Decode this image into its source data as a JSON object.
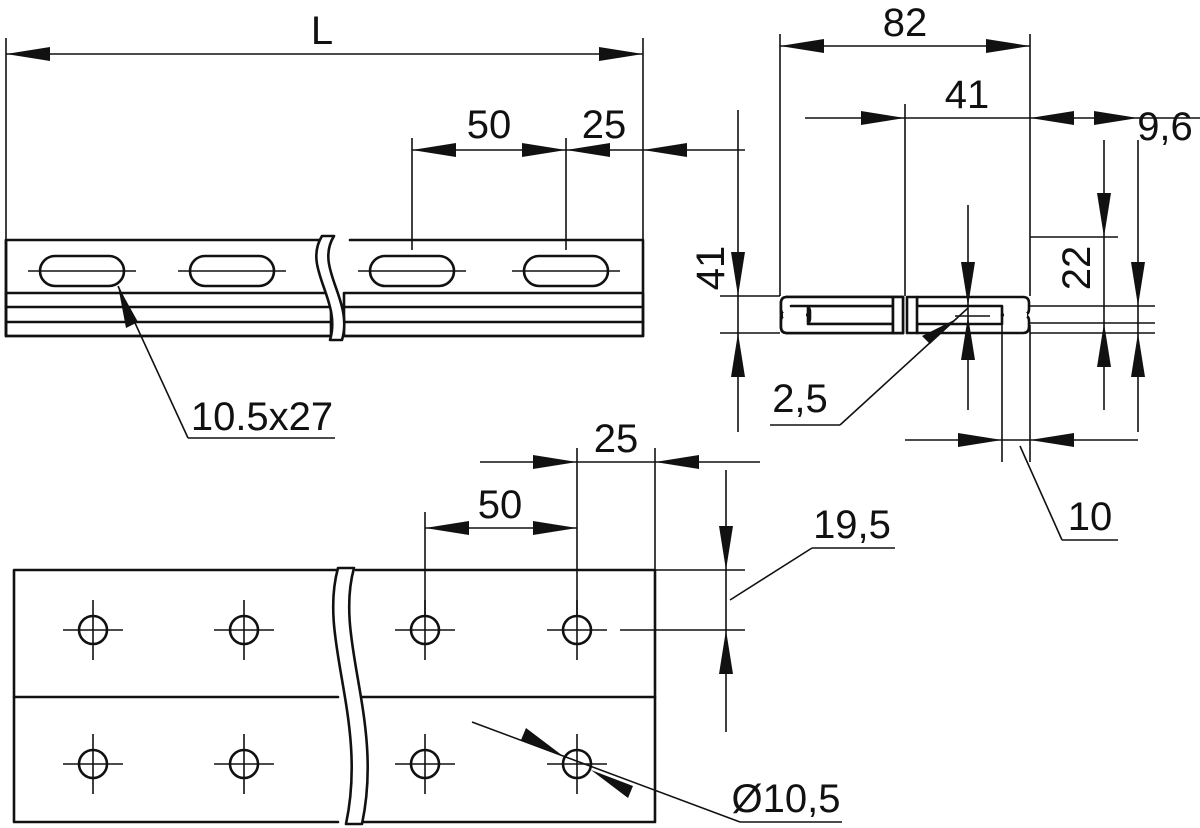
{
  "top_view": {
    "length_label": "L",
    "pitch_label": "50",
    "edge_offset_label": "25",
    "slot_label": "10.5x27"
  },
  "section": {
    "width_label": "82",
    "half_width_label": "41",
    "lip_label": "9,6",
    "height_label": "41",
    "opening_label": "22",
    "thickness_label": "2,5",
    "lip_depth_label": "10"
  },
  "bottom_view": {
    "edge_offset_label": "25",
    "pitch_label": "50",
    "hole_offset_label": "19,5",
    "hole_diameter_label": "Ø10,5"
  }
}
